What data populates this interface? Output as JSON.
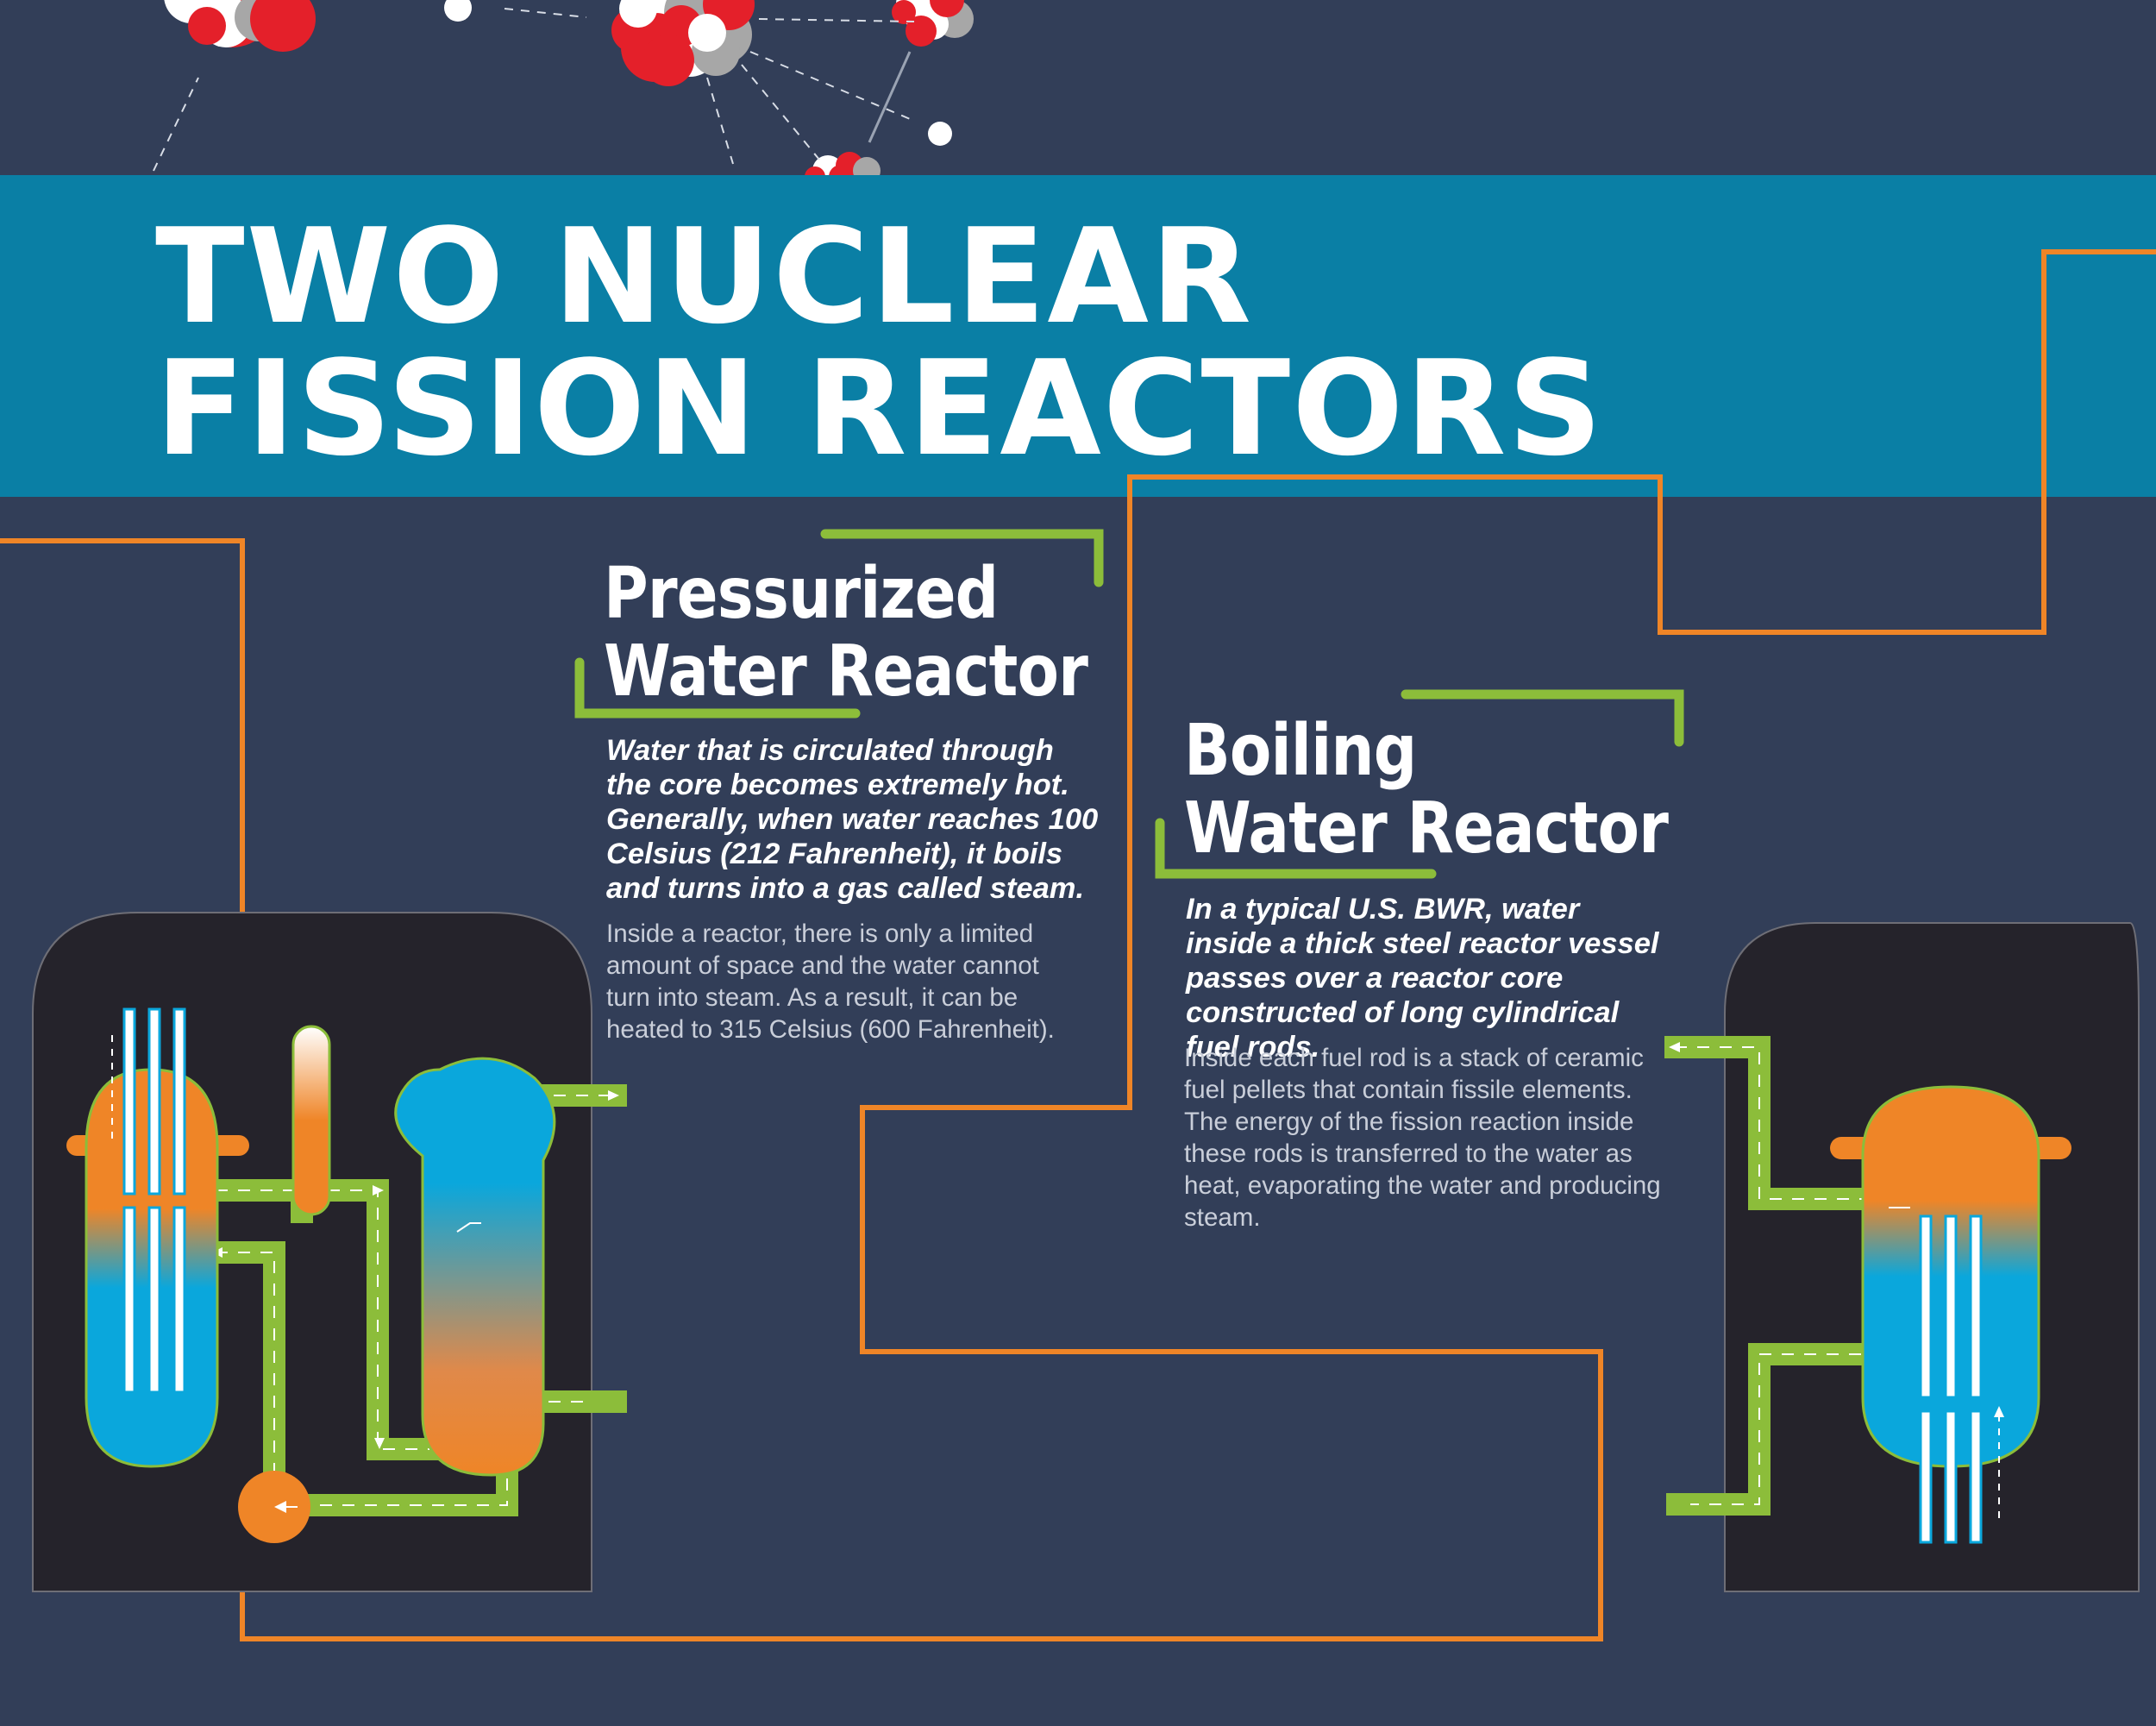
{
  "title": {
    "line1": "TWO NUCLEAR",
    "line2": "FISSION REACTORS"
  },
  "pwr": {
    "title_line1": "Pressurized",
    "title_line2": "Water Reactor",
    "lead": "Water that is circulated through the core becomes extremely hot. Generally, when water reaches 100 Celsius (212 Fahrenheit), it boils and turns into a gas called steam.",
    "body": "Inside a reactor, there is only a limited amount of space and the water cannot turn into steam. As a result, it can be heated to 315 Celsius (600 Fahrenheit)."
  },
  "bwr": {
    "title_line1": "Boiling",
    "title_line2": "Water Reactor",
    "lead": "In a typical U.S. BWR, water inside a thick steel reactor vessel passes over a reactor core constructed of long cylindrical fuel rods.",
    "body": "Inside each fuel rod is a stack of ceramic fuel pellets that contain fissile elements. The energy of the fission reaction inside these rods is transferred to the water as heat, evaporating the water and producing steam."
  },
  "colors": {
    "background": "#323e58",
    "banner": "#0a7fa5",
    "accent_orange": "#ef8527",
    "accent_green": "#8cbd3a",
    "water_blue": "#0aa7dc",
    "containment": "#25232b",
    "proton_red": "#e4202a",
    "neutron_gray": "#a7a7a7"
  },
  "icons": [
    "atom-cluster-icon",
    "neutron-icon",
    "reactor-vessel-icon",
    "steam-generator-icon",
    "pressurizer-icon",
    "coolant-pump-icon",
    "fuel-rod-icon"
  ]
}
